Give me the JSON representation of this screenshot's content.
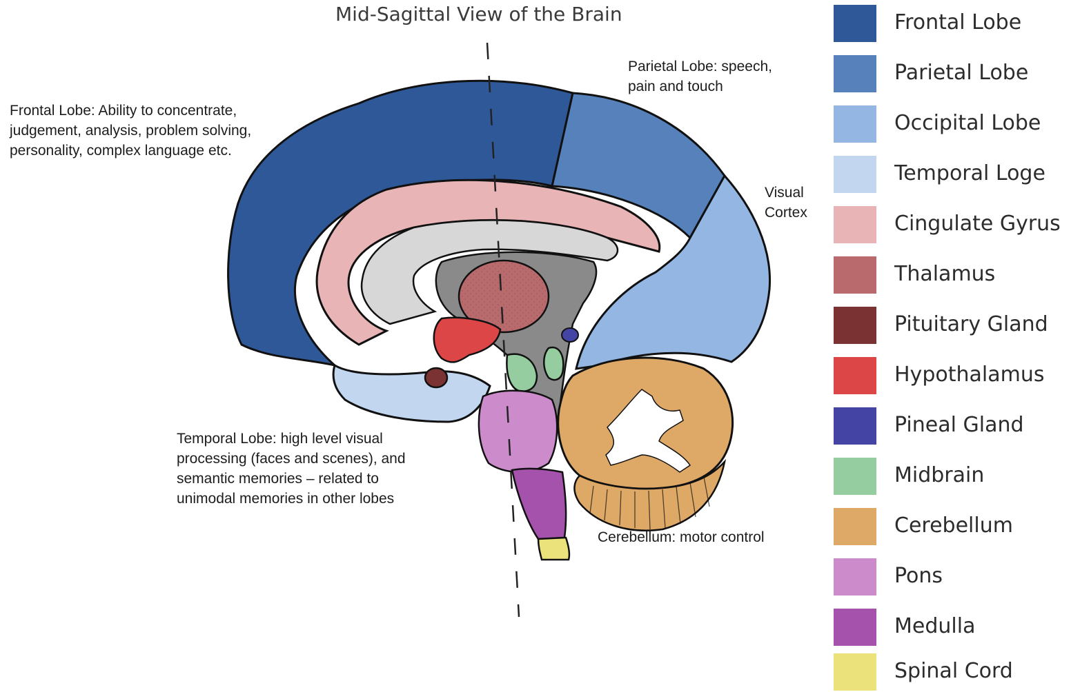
{
  "title": "Mid-Sagittal View of the Brain",
  "annotations": {
    "frontal": "Frontal Lobe: Ability to concentrate,\njudgement, analysis, problem solving,\npersonality, complex language etc.",
    "parietal": "Parietal Lobe: speech,\npain and touch",
    "visual": "Visual\nCortex",
    "temporal": "Temporal Lobe: high level visual\nprocessing (faces and scenes), and\nsemantic memories – related to\nunimodal memories in other lobes",
    "cerebellum": "Cerebellum: motor control"
  },
  "legend": [
    {
      "label": "Frontal Lobe",
      "color": "#2f5898"
    },
    {
      "label": "Parietal Lobe",
      "color": "#5681bb"
    },
    {
      "label": "Occipital Lobe",
      "color": "#93b6e2"
    },
    {
      "label": "Temporal Loge",
      "color": "#c2d6f0"
    },
    {
      "label": "Cingulate Gyrus",
      "color": "#e8b4b6"
    },
    {
      "label": "Thalamus",
      "color": "#b86a6c"
    },
    {
      "label": "Pituitary Gland",
      "color": "#7a3232"
    },
    {
      "label": "Hypothalamus",
      "color": "#dc4646"
    },
    {
      "label": "Pineal Gland",
      "color": "#4444a4"
    },
    {
      "label": "Midbrain",
      "color": "#95cca0"
    },
    {
      "label": "Cerebellum",
      "color": "#dea866"
    },
    {
      "label": "Pons",
      "color": "#cc8ccc"
    },
    {
      "label": "Medulla",
      "color": "#a452ac"
    },
    {
      "label": "Spinal Cord",
      "color": "#ece27c"
    }
  ]
}
